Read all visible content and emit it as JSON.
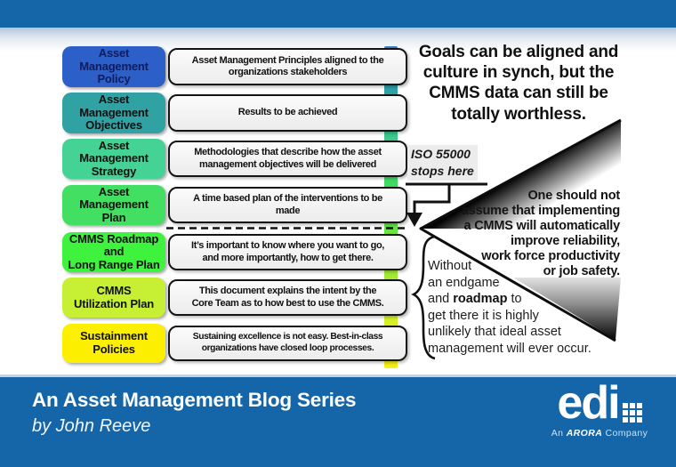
{
  "colors": {
    "banner_blue": "#1566a9",
    "spectrum_stops": [
      "#2f7fc5",
      "#2ea4a4",
      "#3ed088",
      "#3fe24f",
      "#8ae73a",
      "#ccf02b",
      "#f6ee14"
    ]
  },
  "rows": [
    {
      "lines": [
        "Asset",
        "Management",
        "Policy"
      ],
      "desc": "Asset Management Principles aligned to the\norganizations stakeholders",
      "color": "#2d5fc8",
      "text_color": "#0e1d5e"
    },
    {
      "lines": [
        "Asset",
        "Management",
        "Objectives"
      ],
      "desc": "Results to be achieved",
      "color": "#31a2a4",
      "text_color": "#101010"
    },
    {
      "lines": [
        "Asset",
        "Management",
        "Strategy"
      ],
      "desc": "Methodologies that describe how the asset\nmanagement objectives will be delivered",
      "color": "#45d395",
      "text_color": "#101010"
    },
    {
      "lines": [
        "Asset",
        "Management",
        "Plan"
      ],
      "desc": "A time based plan of the interventions to be\nmade",
      "color": "#42df63",
      "text_color": "#101010"
    },
    {
      "lines": [
        "CMMS Roadmap",
        "and",
        "Long Range Plan"
      ],
      "desc": "It’s important to know where you want to go,\nand more importantly, how to get there.",
      "color": "#3ef23e",
      "text_color": "#101010"
    },
    {
      "lines": [
        "CMMS",
        "Utilization Plan"
      ],
      "desc": "This document explains the intent by the\nCore Team as to how best to use the CMMS.",
      "color": "#c7ef33",
      "text_color": "#101010"
    },
    {
      "lines": [
        "Sustainment",
        "Policies"
      ],
      "desc": "Sustaining excellence is not easy. Best-in-class\norganizations have closed loop processes.",
      "color": "#fdef00",
      "text_color": "#101010"
    }
  ],
  "right": {
    "headline": "Goals can be aligned and\nculture in synch, but the\nCMMS data can still be\ntotally worthless.",
    "iso_note": "ISO 55000\nstops here",
    "wedge_text": "One should not\nassume that implementing\na CMMS will automatically\nimprove reliability,\nwork force productivity\nor job safety.",
    "without_pre": "Without\nan endgame\n and ",
    "without_bold": "roadmap",
    "without_post": " to\nget there it is highly\nunlikely that ideal asset\nmanagement will  ever occur."
  },
  "footer": {
    "title": "An Asset Management Blog Series",
    "subtitle": "by John Reeve",
    "logo_text": "edi",
    "tagline_prefix": "An",
    "tagline_brand": "ARORA",
    "tagline_suffix": "Company"
  }
}
